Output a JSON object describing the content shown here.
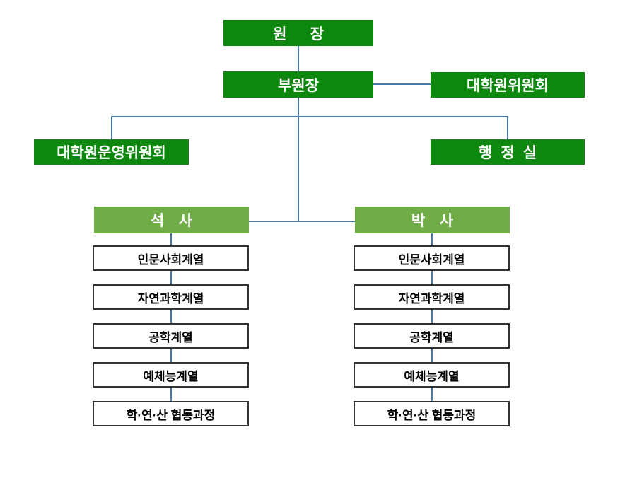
{
  "org": {
    "director": "원 장",
    "vice_director": "부원장",
    "graduate_committee": "대학원위원회",
    "operating_committee": "대학원운영위원회",
    "admin_office": "행 정 실",
    "masters": {
      "title": "석 사",
      "departments": [
        "인문사회계열",
        "자연과학계열",
        "공학계열",
        "예체능계열",
        "학·연·산 협동과정"
      ]
    },
    "doctoral": {
      "title": "박 사",
      "departments": [
        "인문사회계열",
        "자연과학계열",
        "공학계열",
        "예체능계열",
        "학·연·산 협동과정"
      ]
    }
  },
  "colors": {
    "dark_green": "#0E870E",
    "light_green": "#70AD47",
    "connector_blue": "#4878A8",
    "box_border": "#333333"
  }
}
